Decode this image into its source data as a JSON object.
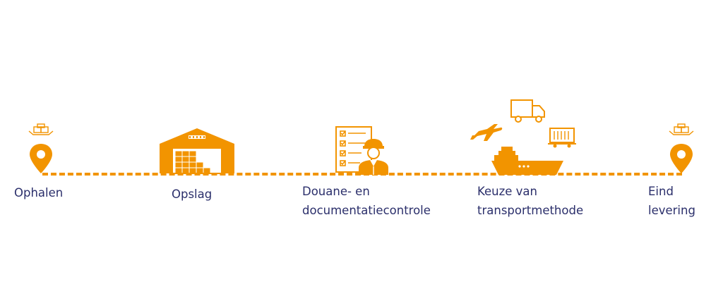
{
  "colors": {
    "accent": "#F29400",
    "text": "#2B2F6B",
    "background": "#FFFFFF"
  },
  "steps": [
    {
      "icon": "location-pin-with-parcel-icon",
      "lines": [
        "Ophalen"
      ]
    },
    {
      "icon": "warehouse-icon",
      "lines": [
        "Opslag"
      ]
    },
    {
      "icon": "customs-officer-checklist-icon",
      "lines": [
        "Douane- en",
        "documentatiecontrole"
      ]
    },
    {
      "icon": "transport-modes-icon",
      "lines": [
        "Keuze van",
        "transportmethode"
      ]
    },
    {
      "icon": "location-pin-with-parcel-icon",
      "lines": [
        "Eind",
        "levering"
      ]
    }
  ]
}
